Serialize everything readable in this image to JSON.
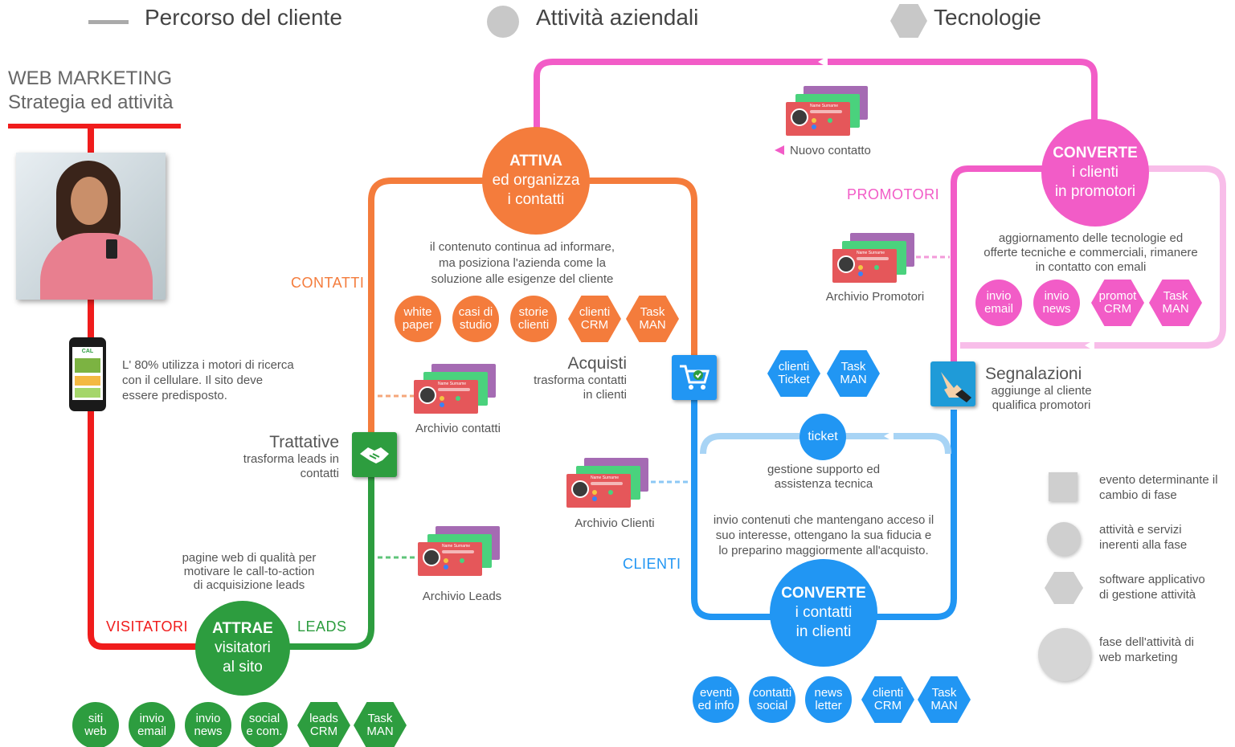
{
  "legend_top": {
    "journey": "Percorso del cliente",
    "activities": "Attività aziendali",
    "tech": "Tecnologie"
  },
  "title": {
    "line1": "WEB MARKETING",
    "line2": "Strategia ed attività"
  },
  "phone_text": [
    "L' 80% utilizza i motori di ricerca",
    "con il cellulare. Il sito deve",
    "essere predisposto."
  ],
  "phone_logo": "CAL",
  "stage_labels": {
    "visitatori": "VISITATORI",
    "leads": "LEADS",
    "contatti": "CONTATTI",
    "clienti": "CLIENTI",
    "promotori": "PROMOTORI"
  },
  "attrae": {
    "title": "ATTRAE",
    "sub1": "visitatori",
    "sub2": "al sito",
    "desc": [
      "pagine web di qualità per",
      "motivare le call-to-action",
      "di acquisizione leads"
    ],
    "items": [
      {
        "l1": "siti",
        "l2": "web",
        "shape": "circle"
      },
      {
        "l1": "invio",
        "l2": "email",
        "shape": "circle"
      },
      {
        "l1": "invio",
        "l2": "news",
        "shape": "circle"
      },
      {
        "l1": "social",
        "l2": "e com.",
        "shape": "circle"
      },
      {
        "l1": "leads",
        "l2": "CRM",
        "shape": "hex"
      },
      {
        "l1": "Task",
        "l2": "MAN",
        "shape": "hex"
      }
    ]
  },
  "attiva": {
    "title": "ATTIVA",
    "sub1": "ed organizza",
    "sub2": "i contatti",
    "desc": [
      "il contenuto continua ad informare,",
      "ma posiziona l'azienda come la",
      "soluzione alle esigenze del cliente"
    ],
    "items": [
      {
        "l1": "white",
        "l2": "paper",
        "shape": "circle"
      },
      {
        "l1": "casi di",
        "l2": "studio",
        "shape": "circle"
      },
      {
        "l1": "storie",
        "l2": "clienti",
        "shape": "circle"
      },
      {
        "l1": "clienti",
        "l2": "CRM",
        "shape": "hex"
      },
      {
        "l1": "Task",
        "l2": "MAN",
        "shape": "hex"
      }
    ]
  },
  "converte_clienti": {
    "title": "CONVERTE",
    "sub1": "i contatti",
    "sub2": "in clienti",
    "desc": [
      "invio contenuti che mantengano acceso il",
      "suo interesse, ottengano la sua fiducia e",
      "lo preparino maggiormente all'acquisto."
    ],
    "items": [
      {
        "l1": "eventi",
        "l2": "ed info",
        "shape": "circle"
      },
      {
        "l1": "contatti",
        "l2": "social",
        "shape": "circle"
      },
      {
        "l1": "news",
        "l2": "letter",
        "shape": "circle"
      },
      {
        "l1": "clienti",
        "l2": "CRM",
        "shape": "hex"
      },
      {
        "l1": "Task",
        "l2": "MAN",
        "shape": "hex"
      }
    ]
  },
  "converte_promotori": {
    "title": "CONVERTE",
    "sub1": "i clienti",
    "sub2": "in promotori",
    "desc": [
      "aggiornamento delle tecnologie ed",
      "offerte tecniche e commerciali, rimanere",
      "in contatto con emali"
    ],
    "items": [
      {
        "l1": "invio",
        "l2": "email",
        "shape": "circle"
      },
      {
        "l1": "invio",
        "l2": "news",
        "shape": "circle"
      },
      {
        "l1": "promot",
        "l2": "CRM",
        "shape": "hex"
      },
      {
        "l1": "Task",
        "l2": "MAN",
        "shape": "hex"
      }
    ]
  },
  "ticket": {
    "label": "ticket",
    "desc": [
      "gestione supporto ed",
      "assistenza tecnica"
    ],
    "items": [
      {
        "l1": "clienti",
        "l2": "Ticket",
        "shape": "hex"
      },
      {
        "l1": "Task",
        "l2": "MAN",
        "shape": "hex"
      }
    ]
  },
  "events": {
    "trattative": {
      "title": "Trattative",
      "desc": [
        "trasforma leads in",
        "contatti"
      ]
    },
    "acquisti": {
      "title": "Acquisti",
      "desc": [
        "trasforma contatti",
        "in clienti"
      ]
    },
    "segnalazioni": {
      "title": "Segnalazioni",
      "desc": [
        "aggiunge al cliente",
        "qualifica promotori"
      ]
    }
  },
  "archives": {
    "leads": "Archivio Leads",
    "contatti": "Archivio contatti",
    "clienti": "Archivio Clienti",
    "promotori": "Archivio Promotori",
    "nuovo": "Nuovo contatto",
    "card_name": "Name Surname"
  },
  "legend_right": [
    {
      "shape": "square",
      "l1": "evento determinante il",
      "l2": "cambio di fase"
    },
    {
      "shape": "circle",
      "l1": "attività e servizi",
      "l2": "inerenti alla fase"
    },
    {
      "shape": "hex",
      "l1": "software applicativo",
      "l2": "di gestione attività"
    },
    {
      "shape": "big",
      "l1": "fase dell'attività di",
      "l2": "web marketing"
    }
  ],
  "colors": {
    "red": "#f01c1c",
    "green": "#2d9d3f",
    "orange": "#f47c3c",
    "blue": "#2196f3",
    "lightblue": "#8cc8f5",
    "pink": "#f25cc7",
    "lightpink": "#f8b5e6",
    "grey": "#c8c8c8"
  }
}
